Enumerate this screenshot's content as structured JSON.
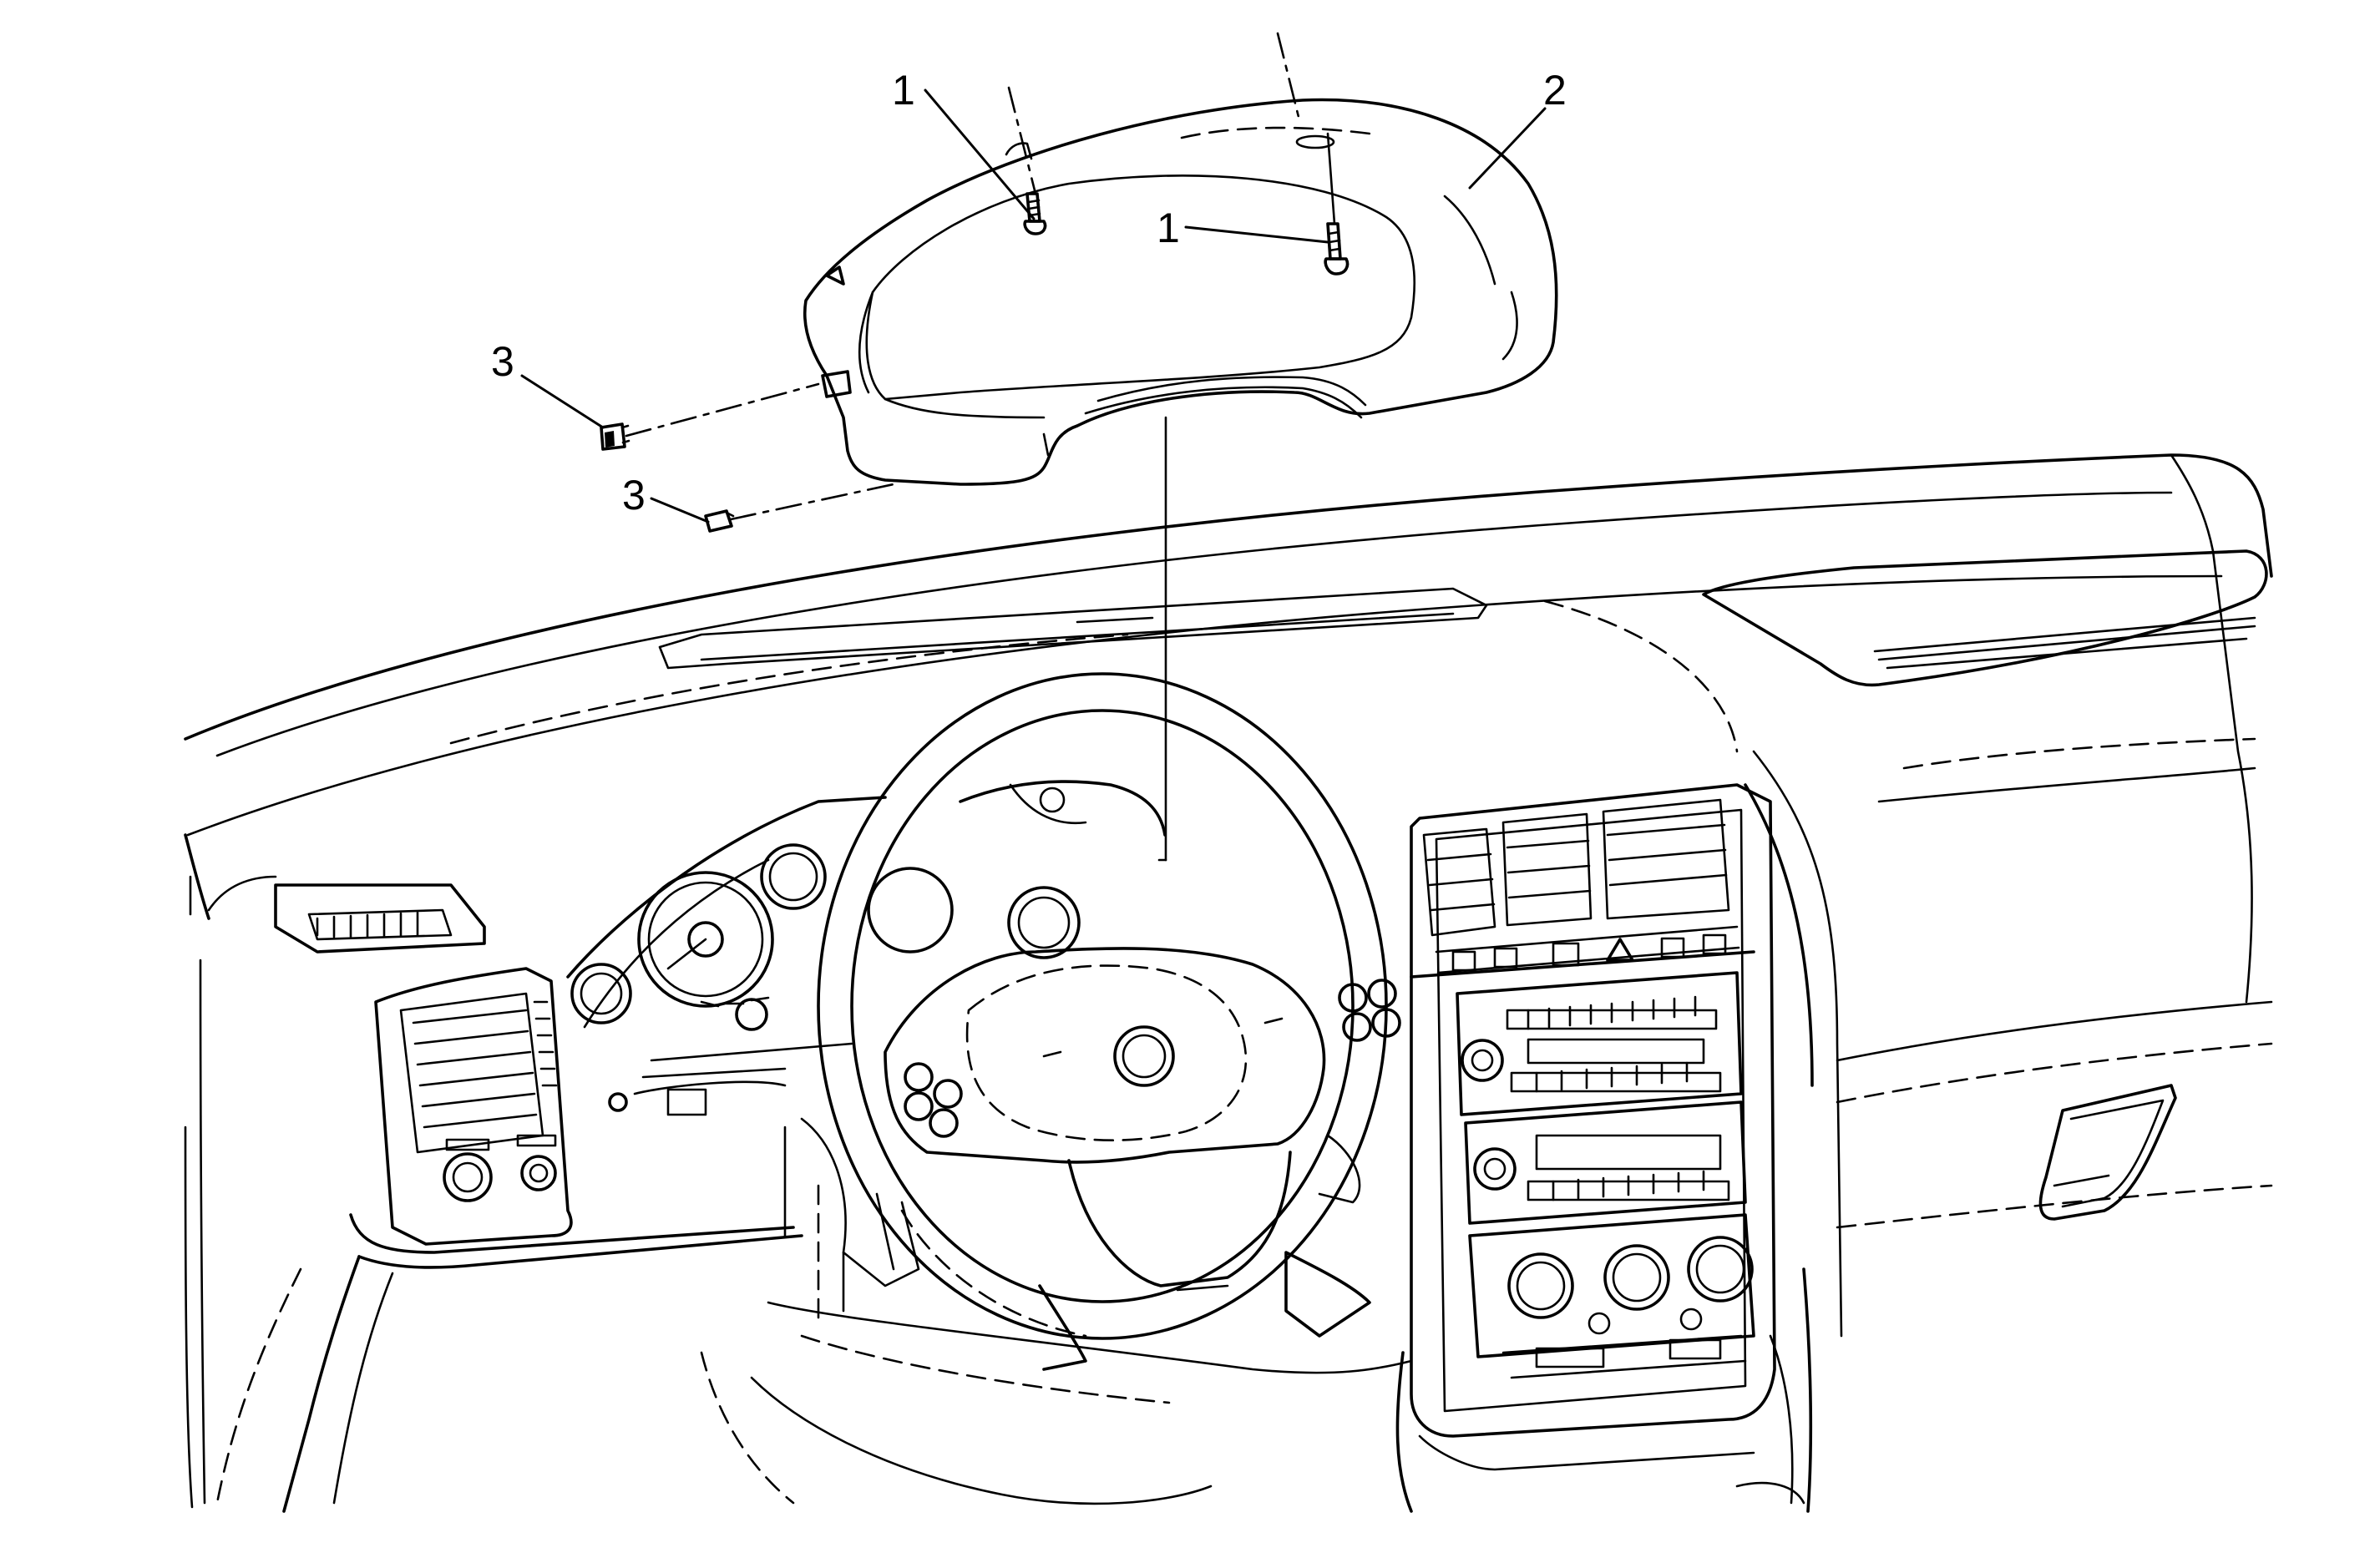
{
  "callouts": [
    {
      "id": "label-1-left",
      "text": "1"
    },
    {
      "id": "label-1-right",
      "text": "1"
    },
    {
      "id": "label-2",
      "text": "2"
    },
    {
      "id": "label-3-upper",
      "text": "3"
    },
    {
      "id": "label-3-lower",
      "text": "3"
    }
  ],
  "parts": {
    "bolt": "1",
    "cluster_trim_bezel": "2",
    "retainer_clip": "3"
  }
}
